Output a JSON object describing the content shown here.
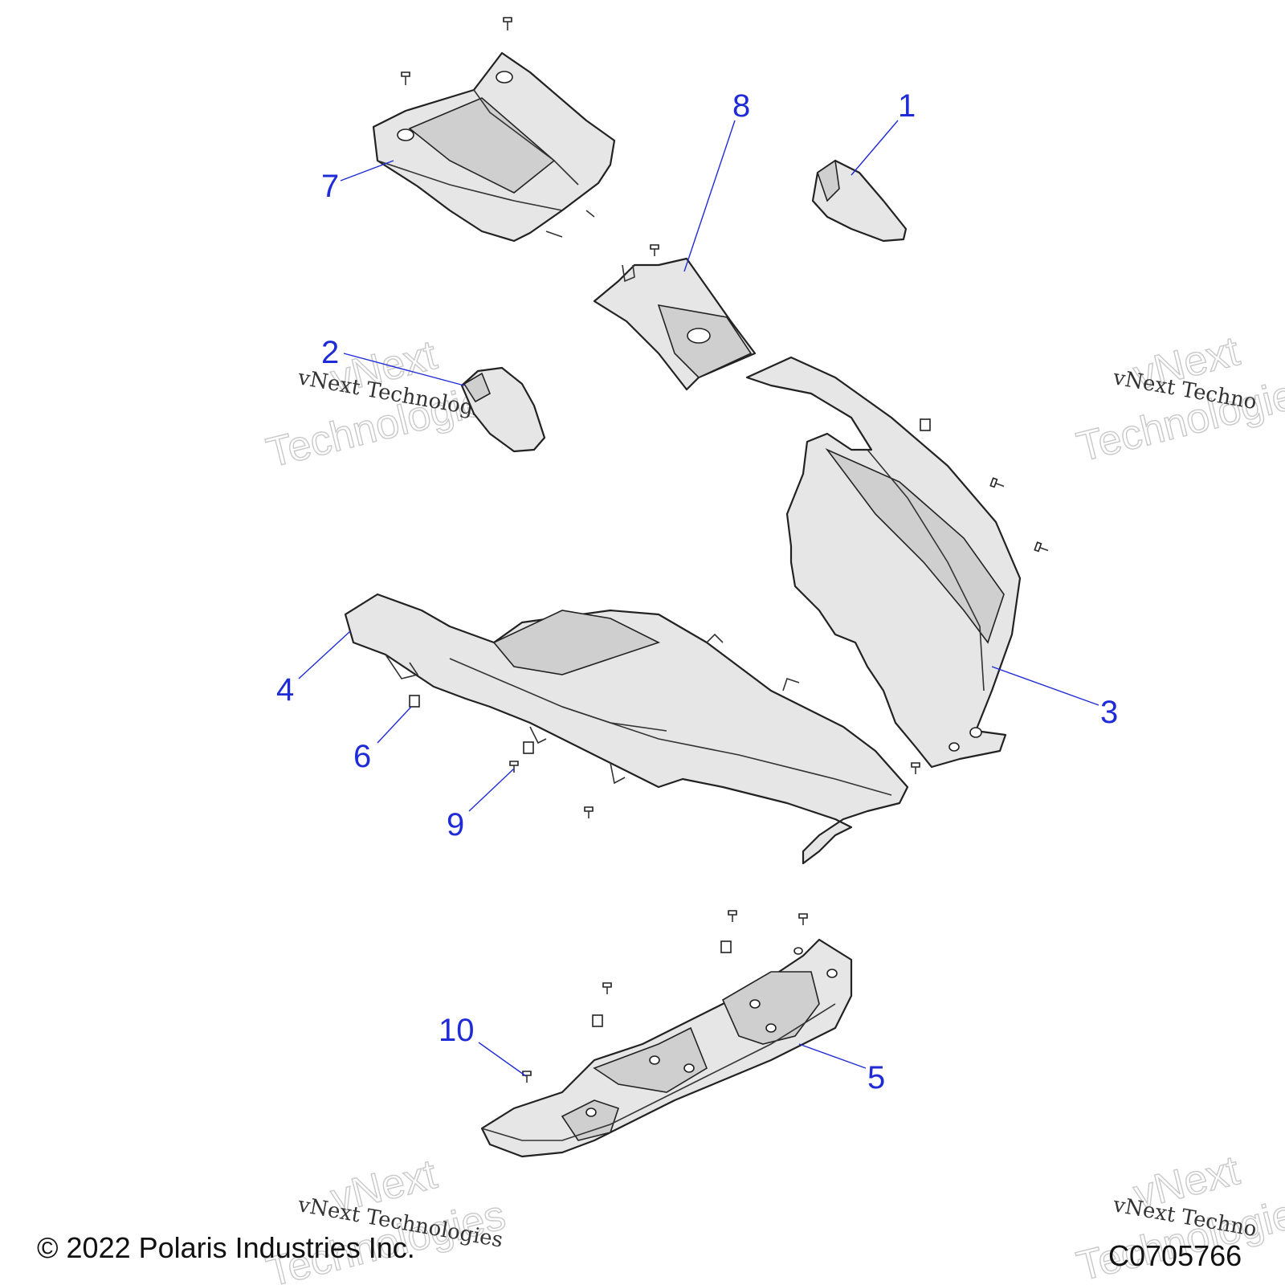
{
  "callouts": {
    "c1": "1",
    "c2": "2",
    "c3": "3",
    "c4": "4",
    "c5": "5",
    "c6": "6",
    "c7": "7",
    "c8": "8",
    "c9": "9",
    "c10": "10"
  },
  "watermark": {
    "line1": "vNext",
    "line2": "Technologies",
    "small": "vNext Technologies",
    "small_cut": "vNext Techno"
  },
  "footer": {
    "copyright": "© 2022 Polaris Industries Inc.",
    "drawing_code": "C0705766"
  },
  "colors": {
    "callout": "#1f2bd6",
    "line": "#222222",
    "part_fill": "#e6e6e6"
  }
}
